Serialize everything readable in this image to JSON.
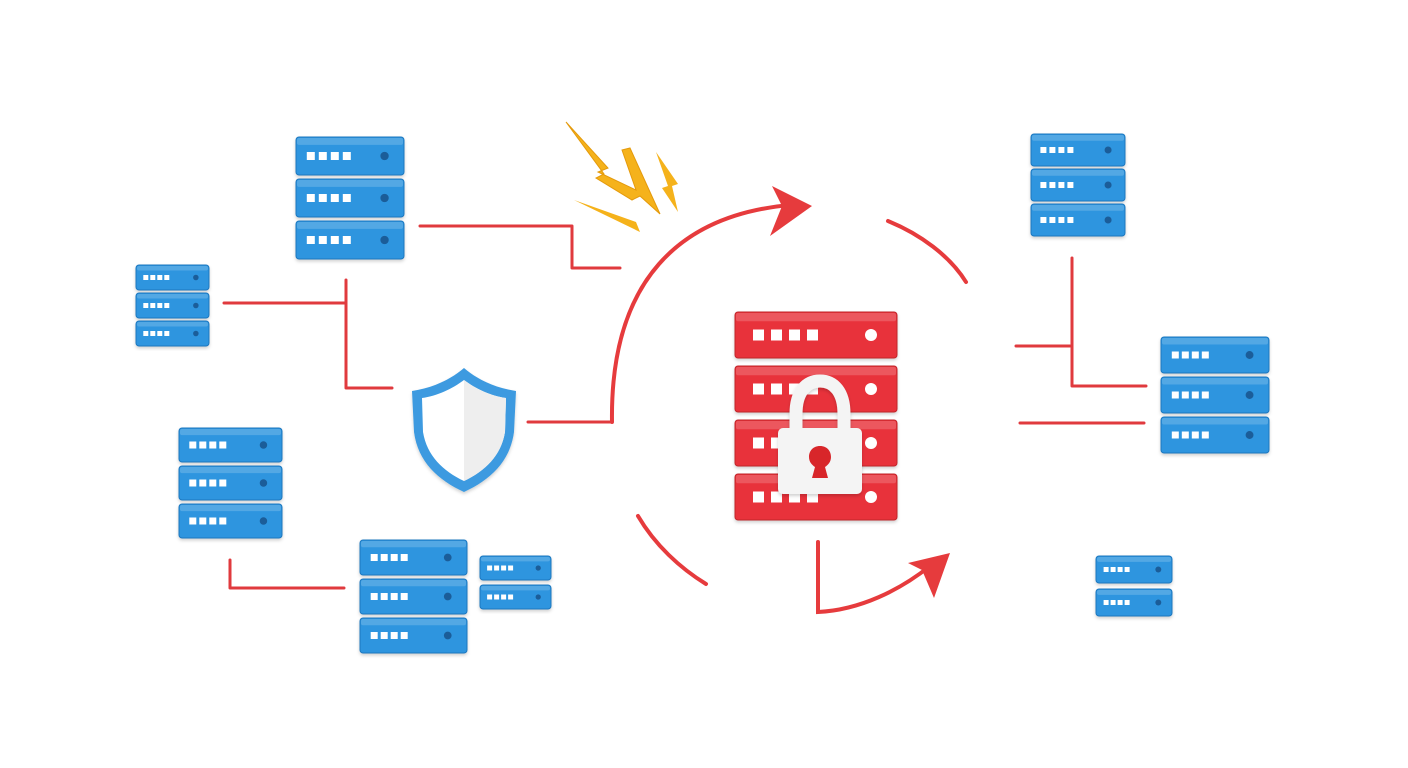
{
  "colors": {
    "background": "#ffffff",
    "server_blue": "#2f95df",
    "server_blue_edge": "#1f78bf",
    "server_blue_light": "#5cb0ee",
    "server_red": "#e8333a",
    "server_red_edge": "#c1262c",
    "connector_red": "#e03a3e",
    "arrow_red": "#e63b3d",
    "shield_blue": "#3d9ae0",
    "shield_fill": "#eeeeee",
    "lock_white": "#f4f4f4",
    "lock_red": "#d8262b",
    "lightning": "#f5b21b",
    "lightning_dark": "#e49a0c",
    "indicator_white": "#ffffff",
    "indicator_dark": "#1b5d99"
  },
  "icons": {
    "server_stack": "server-stack-icon",
    "compromised_server": "locked-server-icon",
    "shield": "shield-icon",
    "lock": "padlock-icon",
    "lightning": "lightning-bolt-icon",
    "flow_arrow": "curved-arrow-icon"
  },
  "diagram": {
    "server_stacks": [
      {
        "id": "server-stack-top-left",
        "units": 3
      },
      {
        "id": "server-stack-far-left",
        "units": 3
      },
      {
        "id": "server-stack-bottom-left",
        "units": 3
      },
      {
        "id": "server-stack-bottom-center",
        "units": 3
      },
      {
        "id": "server-stack-bottom-center-small",
        "units": 2
      },
      {
        "id": "server-stack-top-right",
        "units": 3
      },
      {
        "id": "server-stack-right",
        "units": 3
      },
      {
        "id": "server-stack-bottom-right",
        "units": 2
      }
    ],
    "central_server": {
      "id": "compromised-server",
      "units": 4,
      "locked": true
    },
    "protection": {
      "id": "firewall-shield"
    },
    "threat": {
      "id": "attack-lightning",
      "bolts": 3
    },
    "flow": {
      "direction": "clockwise",
      "arrows": 2
    }
  }
}
